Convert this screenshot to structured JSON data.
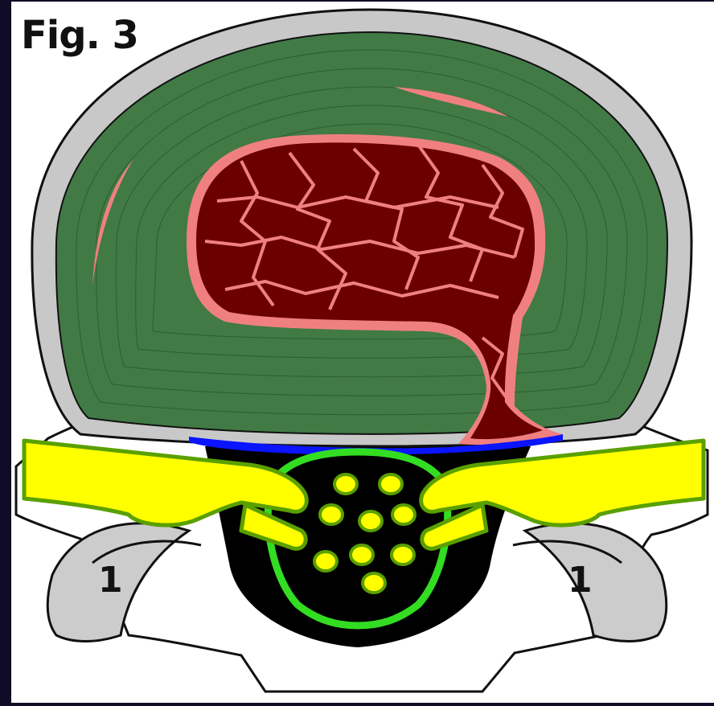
{
  "figure": {
    "label": "Fig. 3",
    "facet_marker_left": "1",
    "facet_marker_right": "1"
  },
  "colors": {
    "background": "#0f0c28",
    "panel": "#ffffff",
    "bone_rim": "#c8c8c8",
    "annulus": "#417a45",
    "annulus_tear": "#f08080",
    "nucleus_fill": "#6b0000",
    "nucleus_border": "#f08080",
    "ligament": "#0a14ff",
    "nerve_root": "#ffff00",
    "nerve_outline": "#5aa000",
    "dural_sac": "#33dd22",
    "canal": "#000000",
    "facet": "#cccccc"
  },
  "icons": {
    "left_nerve_root": "nerve-root",
    "right_nerve_root": "nerve-root",
    "cauda_equina_fibers": "nerve-fiber-dot"
  }
}
